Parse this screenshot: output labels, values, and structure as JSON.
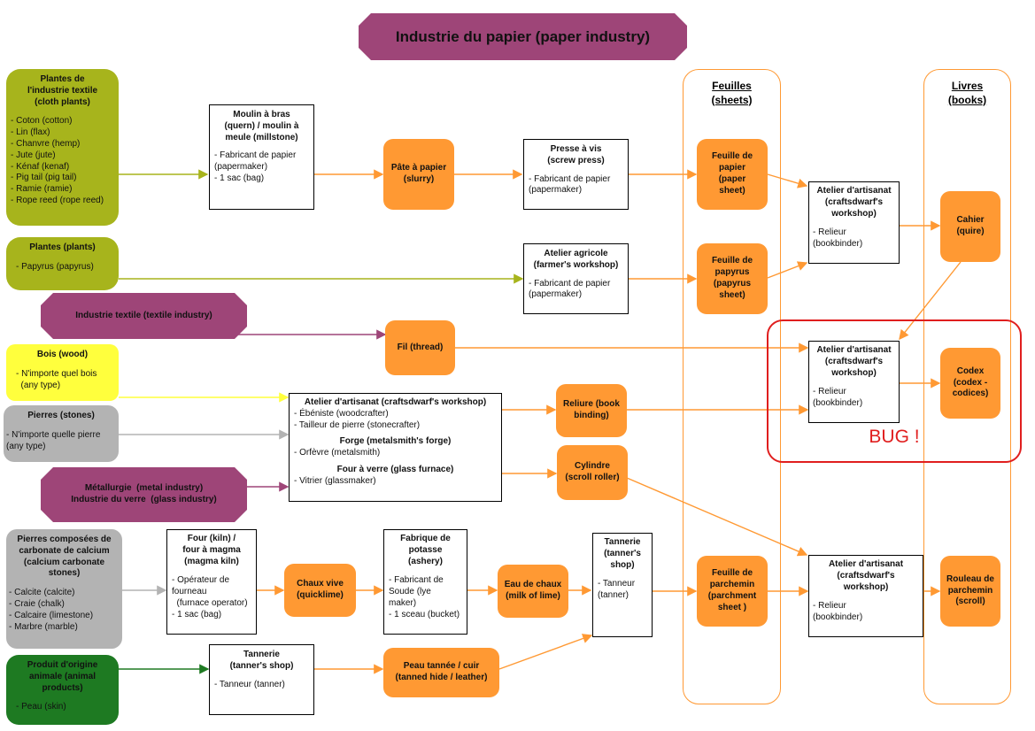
{
  "title": "Industrie du papier (paper industry)",
  "columns": {
    "sheets": [
      "Feuilles",
      "(sheets)"
    ],
    "books": [
      "Livres",
      "(books)"
    ]
  },
  "bug_label": "BUG !",
  "colors": {
    "orange": "#ff9933",
    "purple": "#9e4578",
    "olive": "#a7b41c",
    "dark_green": "#1e7a22",
    "yellow": "#ffff3d",
    "gray": "#b3b3b3",
    "bug_red": "#e01e1e"
  },
  "sources": {
    "cloth_plants": {
      "title": [
        "Plantes de",
        "l'industrie textile",
        "(cloth plants)"
      ],
      "items": [
        "- Coton (cotton)",
        "- Lin (flax)",
        "- Chanvre (hemp)",
        "- Jute (jute)",
        "- Kénaf (kenaf)",
        "- Pig tail (pig tail)",
        "- Ramie (ramie)",
        "- Rope reed (rope reed)"
      ]
    },
    "plants": {
      "title": [
        "Plantes (plants)"
      ],
      "items": [
        "- Papyrus (papyrus)"
      ]
    },
    "textile": {
      "title": [
        "Industrie textile (textile industry)"
      ]
    },
    "wood": {
      "title": [
        "Bois (wood)"
      ],
      "items": [
        "- N'importe quel bois",
        "  (any type)"
      ]
    },
    "stones": {
      "title": [
        "Pierres (stones)"
      ],
      "items": [
        "- N'importe quelle pierre",
        "(any type)"
      ]
    },
    "metal": {
      "title": [
        "Métallurgie  (metal industry)",
        "Industrie du verre  (glass industry)"
      ]
    },
    "calcium": {
      "title": [
        "Pierres composées de",
        "carbonate de calcium",
        "(calcium carbonate",
        "stones)"
      ],
      "items": [
        "- Calcite (calcite)",
        "- Craie (chalk)",
        "- Calcaire (limestone)",
        "- Marbre (marble)"
      ]
    },
    "animal": {
      "title": [
        "Produit d'origine",
        "animale (animal",
        "products)"
      ],
      "items": [
        "- Peau (skin)"
      ]
    }
  },
  "workshops": {
    "quern": {
      "title": [
        "Moulin à bras",
        "(quern) / moulin à",
        "meule (millstone)"
      ],
      "items": [
        "- Fabricant de papier",
        "(papermaker)",
        "- 1 sac (bag)"
      ]
    },
    "press": {
      "title": [
        "Presse à vis",
        "(screw press)"
      ],
      "items": [
        "- Fabricant de papier",
        "(papermaker)"
      ]
    },
    "farmer": {
      "title": [
        "Atelier agricole",
        "(farmer's workshop)"
      ],
      "items": [
        "- Fabricant de papier",
        "(papermaker)"
      ]
    },
    "crafts_multi": {
      "sections": [
        {
          "title": "Atelier d'artisanat (craftsdwarf's workshop)",
          "items": [
            "- Ébéniste (woodcrafter)",
            "- Tailleur de pierre (stonecrafter)"
          ]
        },
        {
          "title": "Forge (metalsmith's forge)",
          "items": [
            "- Orfèvre (metalsmith)"
          ]
        },
        {
          "title": "Four à verre (glass furnace)",
          "items": [
            "- Vitrier (glassmaker)"
          ]
        }
      ]
    },
    "kiln": {
      "title": [
        "Four (kiln) /",
        "four à magma",
        "(magma kiln)"
      ],
      "items": [
        "- Opérateur de",
        "fourneau",
        "  (furnace operator)",
        "- 1 sac (bag)"
      ]
    },
    "ashery": {
      "title": [
        "Fabrique de",
        "potasse",
        "(ashery)"
      ],
      "items": [
        "- Fabricant de",
        "Soude (lye",
        "maker)",
        "- 1 sceau (bucket)"
      ]
    },
    "tanner_mid": {
      "title": [
        "Tannerie",
        "(tanner's",
        "shop)"
      ],
      "items": [
        "- Tanneur",
        "(tanner)"
      ]
    },
    "tanner_low": {
      "title": [
        "Tannerie",
        "(tanner's shop)"
      ],
      "items": [
        "- Tanneur (tanner)"
      ]
    },
    "binder1": {
      "title": [
        "Atelier d'artisanat",
        "(craftsdwarf's",
        "workshop)"
      ],
      "items": [
        "- Relieur",
        "(bookbinder)"
      ]
    },
    "binder2": {
      "title": [
        "Atelier d'artisanat",
        "(craftsdwarf's",
        "workshop)"
      ],
      "items": [
        "- Relieur",
        "(bookbinder)"
      ]
    },
    "binder3": {
      "title": [
        "Atelier d'artisanat",
        "(craftsdwarf's",
        "workshop)"
      ],
      "items": [
        "- Relieur",
        "(bookbinder)"
      ]
    }
  },
  "products": {
    "slurry": [
      "Pâte à papier",
      "(slurry)"
    ],
    "thread": [
      "Fil (thread)"
    ],
    "binding": [
      "Reliure (book",
      "binding)"
    ],
    "roller": [
      "Cylindre",
      "(scroll roller)"
    ],
    "quicklime": [
      "Chaux vive",
      "(quicklime)"
    ],
    "milk": [
      "Eau de chaux",
      "(milk of lime)"
    ],
    "hide": [
      "Peau tannée / cuir",
      "(tanned hide / leather)"
    ],
    "paper_sheet": [
      "Feuille de",
      "papier",
      "(paper",
      "sheet)"
    ],
    "papyrus_sheet": [
      "Feuille de",
      "papyrus",
      "(papyrus",
      "sheet)"
    ],
    "parchment_sheet": [
      "Feuille de",
      "parchemin",
      "(parchment",
      "sheet )"
    ],
    "quire": [
      "Cahier",
      "(quire)"
    ],
    "codex": [
      "Codex",
      "(codex -",
      "codices)"
    ],
    "scroll": [
      "Rouleau de",
      "parchemin",
      "(scroll)"
    ]
  }
}
